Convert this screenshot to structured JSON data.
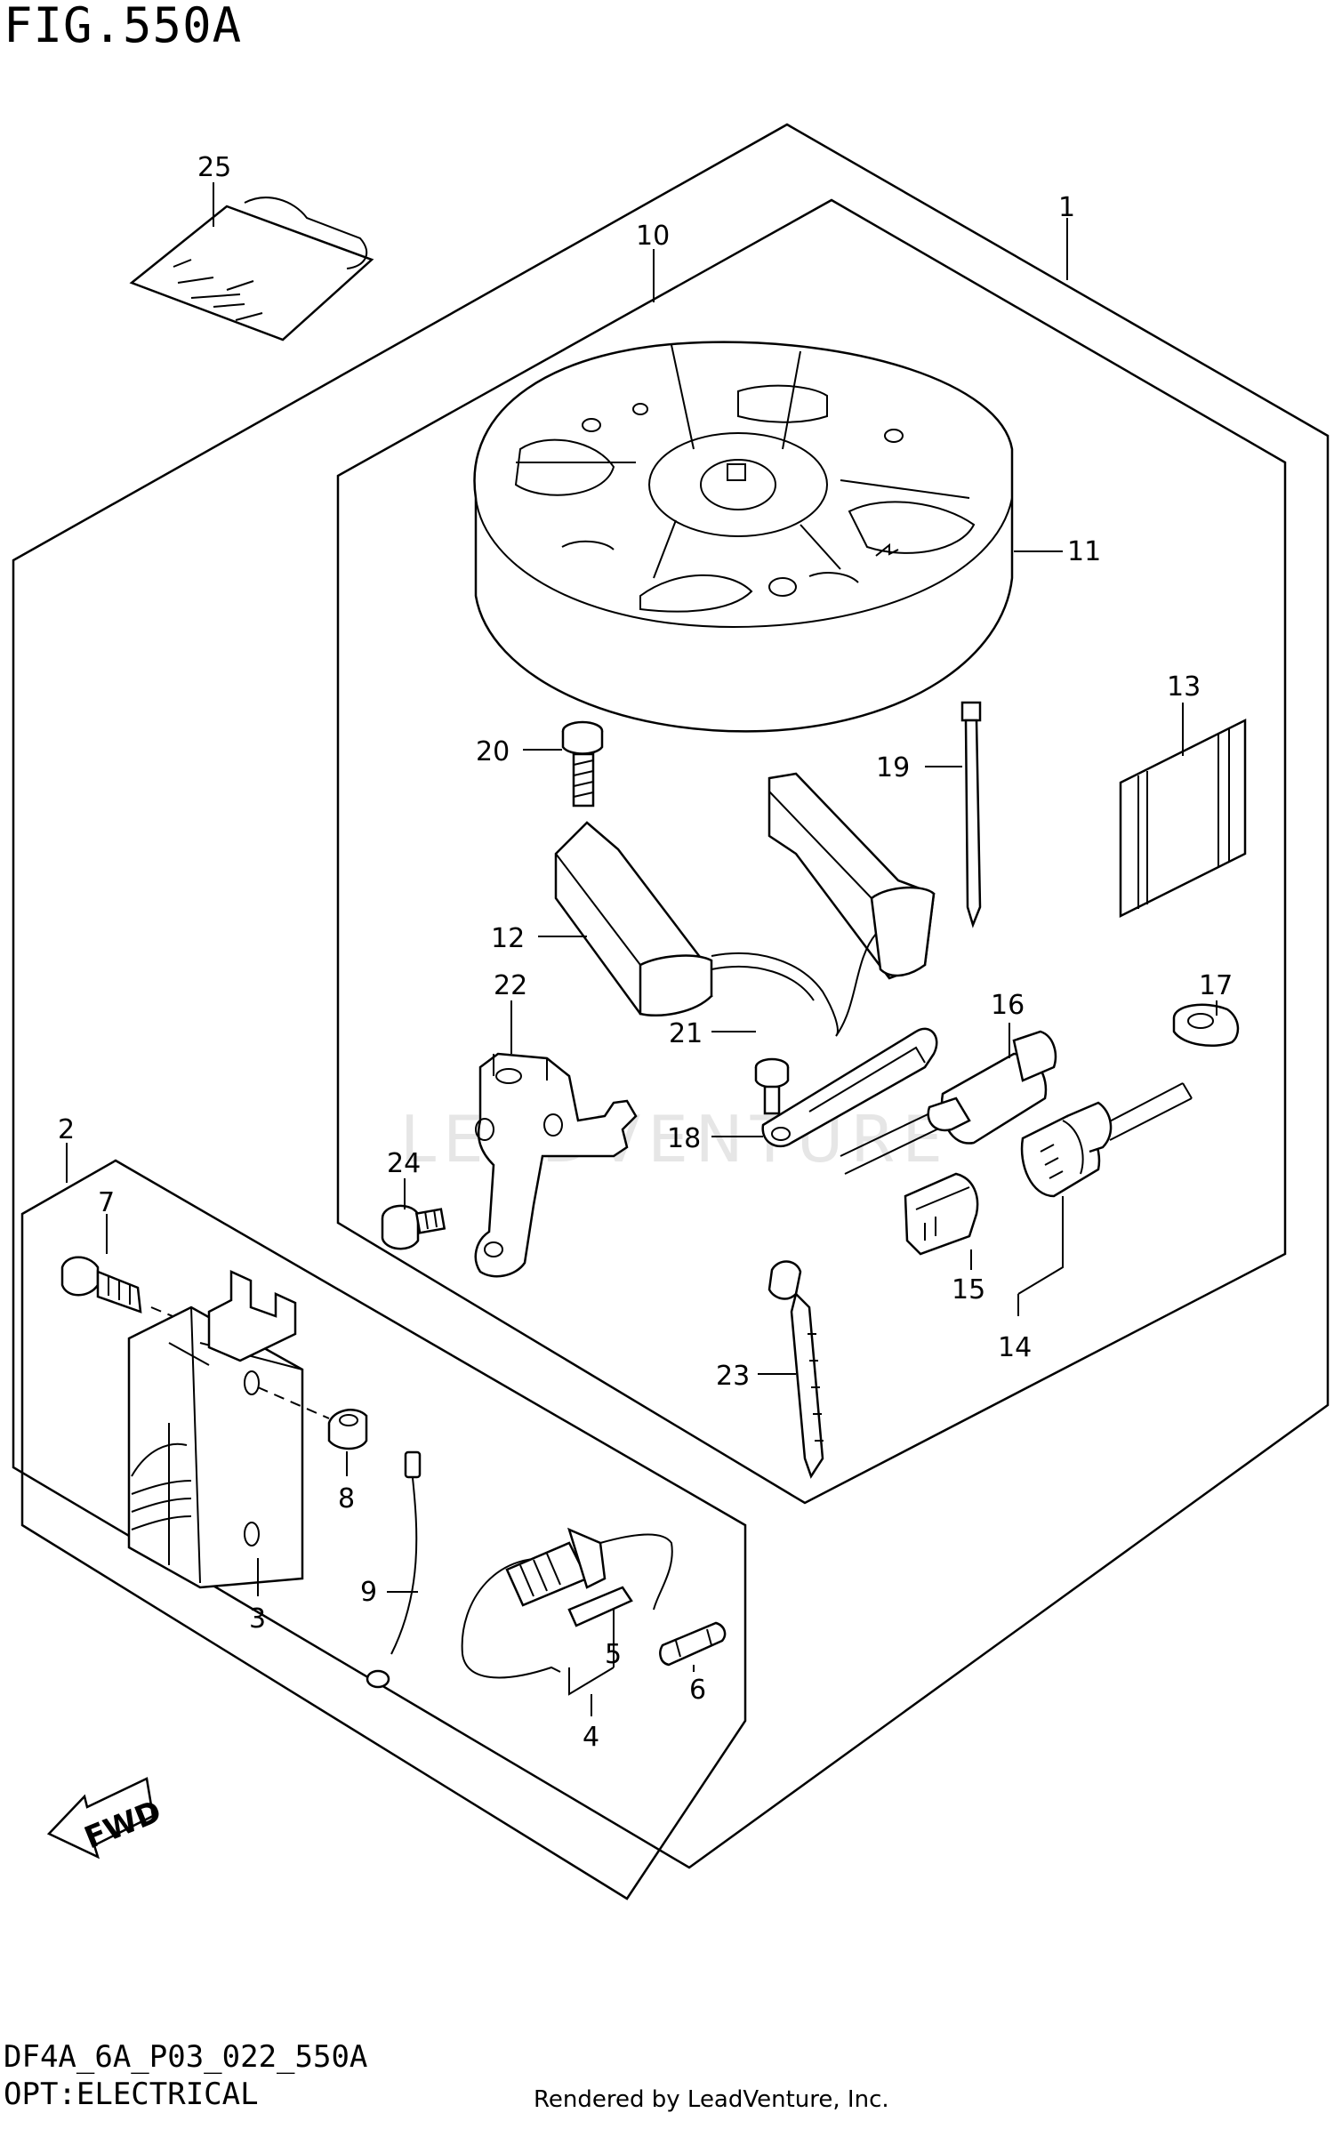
{
  "figure": {
    "title": "FIG.550A",
    "model_code": "DF4A_6A_P03_022_550A",
    "section": "OPT:ELECTRICAL",
    "rendered_by": "Rendered by LeadVenture, Inc.",
    "watermark": "LEADVENTURE",
    "fwd_label": "FWD"
  },
  "callouts": [
    "1",
    "2",
    "3",
    "4",
    "5",
    "6",
    "7",
    "8",
    "9",
    "10",
    "11",
    "12",
    "13",
    "14",
    "15",
    "16",
    "17",
    "18",
    "19",
    "20",
    "21",
    "22",
    "23",
    "24",
    "25"
  ]
}
